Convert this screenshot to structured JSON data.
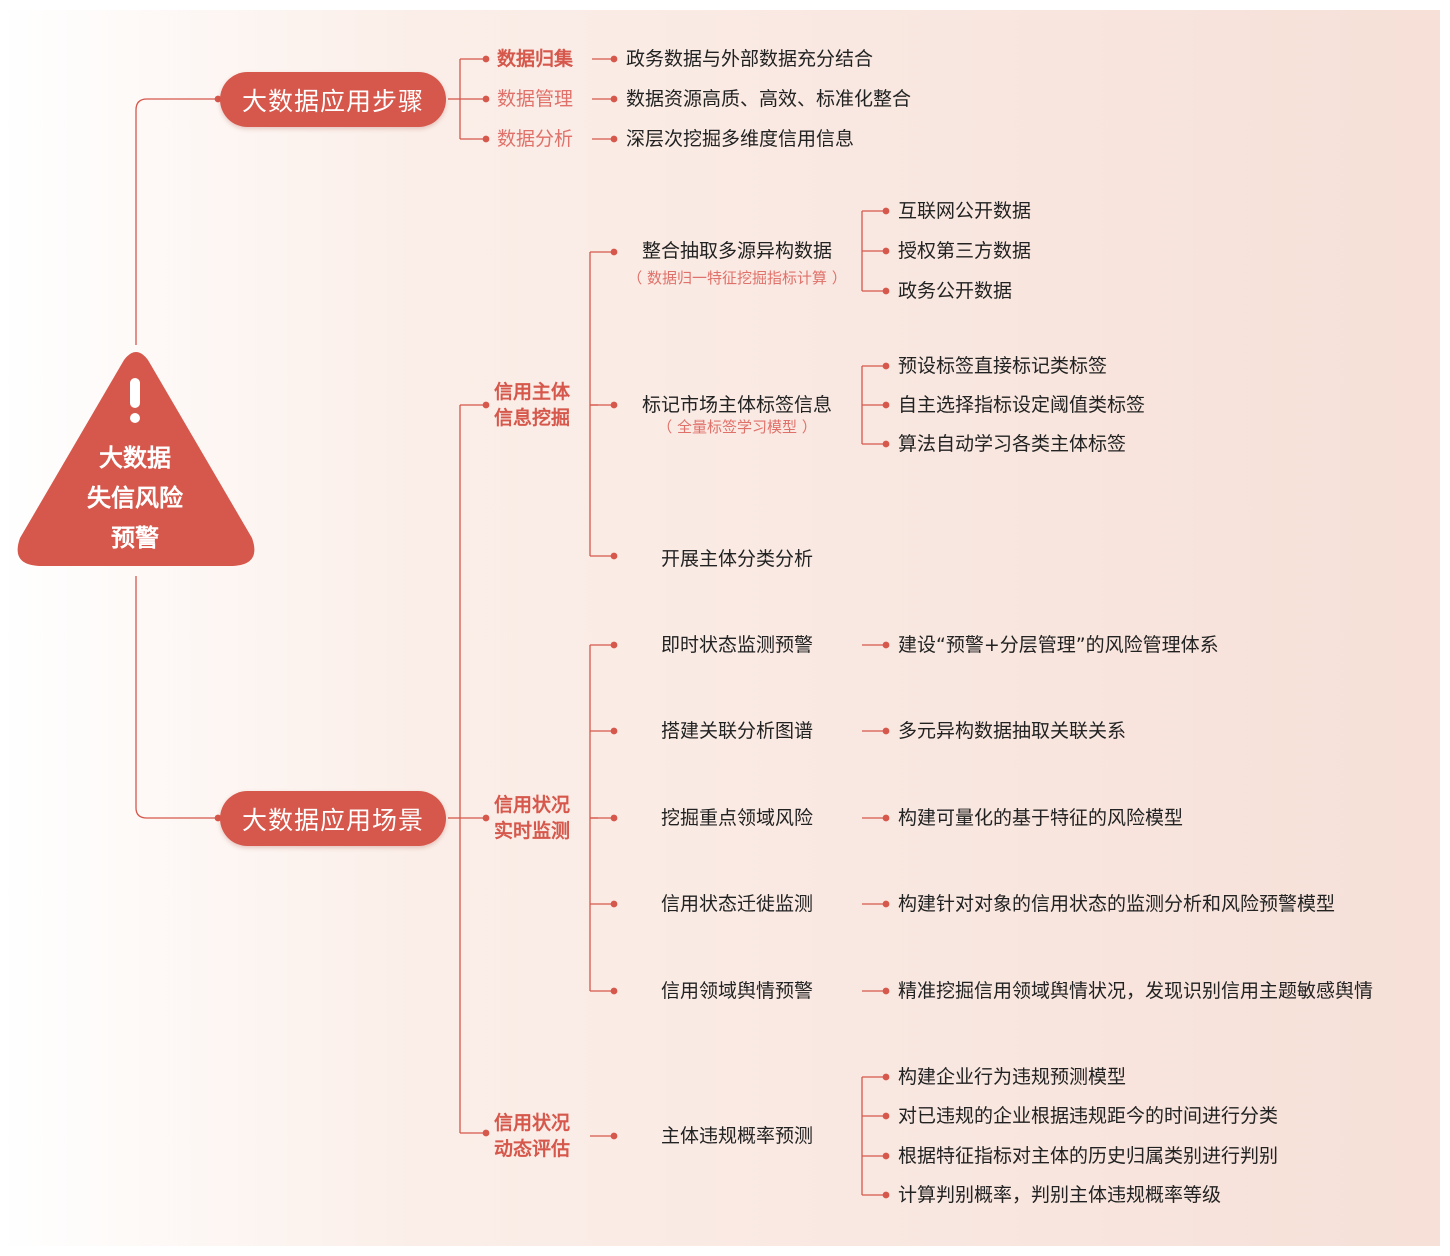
{
  "root": {
    "line1": "大数据",
    "line2": "失信风险",
    "line3": "预警",
    "icon": "exclamation-icon"
  },
  "colors": {
    "accent": "#d6574b",
    "light_accent": "#e0716a",
    "text": "#222222"
  },
  "branch_steps": {
    "label": "大数据应用步骤",
    "items": [
      {
        "step": "数据归集",
        "desc": "政务数据与外部数据充分结合"
      },
      {
        "step": "数据管理",
        "desc": "数据资源高质、高效、标准化整合"
      },
      {
        "step": "数据分析",
        "desc": "深层次挖掘多维度信用信息"
      }
    ]
  },
  "branch_scenes": {
    "label": "大数据应用场景",
    "cat1": {
      "line1": "信用主体",
      "line2": "信息挖掘",
      "node1": {
        "label": "整合抽取多源异构数据",
        "sub": "（ 数据归一特征挖掘指标计算 ）",
        "leaves": [
          "互联网公开数据",
          "授权第三方数据",
          "政务公开数据"
        ]
      },
      "node2": {
        "label": "标记市场主体标签信息",
        "sub": "（ 全量标签学习模型 ）",
        "leaves": [
          "预设标签直接标记类标签",
          "自主选择指标设定阈值类标签",
          "算法自动学习各类主体标签"
        ]
      },
      "node3": {
        "label": "开展主体分类分析"
      }
    },
    "cat2": {
      "line1": "信用状况",
      "line2": "实时监测",
      "items": [
        {
          "label": "即时状态监测预警",
          "leaf": "建设“预警+分层管理”的风险管理体系"
        },
        {
          "label": "搭建关联分析图谱",
          "leaf": "多元异构数据抽取关联关系"
        },
        {
          "label": "挖掘重点领域风险",
          "leaf": "构建可量化的基于特征的风险模型"
        },
        {
          "label": "信用状态迁徙监测",
          "leaf": "构建针对对象的信用状态的监测分析和风险预警模型"
        },
        {
          "label": "信用领域舆情预警",
          "leaf": "精准挖掘信用领域舆情状况，发现识别信用主题敏感舆情"
        }
      ]
    },
    "cat3": {
      "line1": "信用状况",
      "line2": "动态评估",
      "node": {
        "label": "主体违规概率预测",
        "leaves": [
          "构建企业行为违规预测模型",
          "对已违规的企业根据违规距今的时间进行分类",
          "根据特征指标对主体的历史归属类别进行判别",
          "计算判别概率，判别主体违规概率等级"
        ]
      }
    }
  }
}
